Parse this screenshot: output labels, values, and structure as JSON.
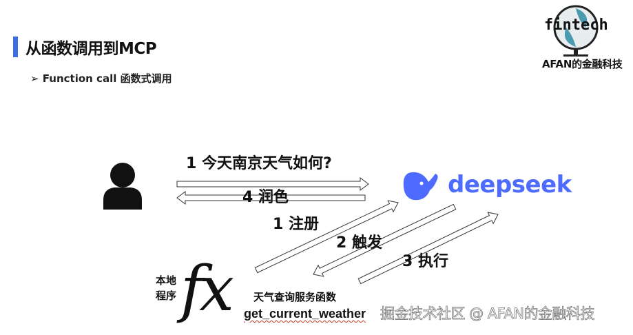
{
  "slide": {
    "title": "从函数调用到MCP",
    "subtitle": "➢ Function call  函数式调用",
    "accent_color": "#3b6fe0"
  },
  "logo": {
    "wordmark": "fintech",
    "caption": "AFAN的金融科技"
  },
  "diagram": {
    "user_icon": "person-icon",
    "llm": {
      "name": "deepseek",
      "color": "#4d6bfe",
      "icon": "whale-icon"
    },
    "local": {
      "label": "本地程序",
      "symbol": "fx",
      "function_desc": "天气查询服务函数",
      "function_name": "get_current_weather"
    },
    "steps": {
      "ask": "1 今天南京天气如何?",
      "polish": "4 润色",
      "register": "1 注册",
      "trigger": "2 触发",
      "execute": "3 执行"
    }
  },
  "watermark": "掘金技术社区 @ AFAN的金融科技"
}
